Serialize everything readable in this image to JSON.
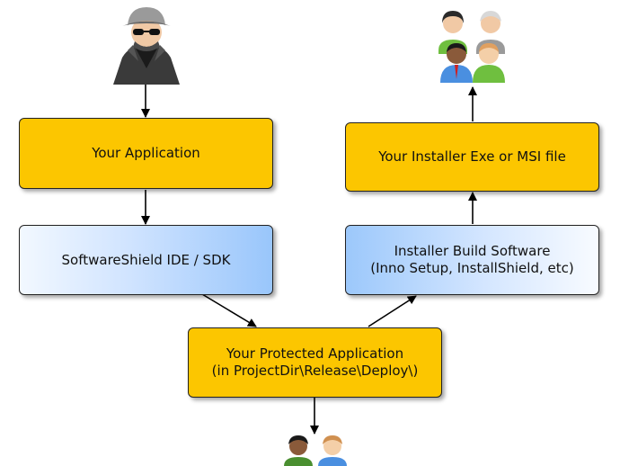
{
  "boxes": {
    "your_application": "Your Application",
    "softwareshield": "SoftwareShield IDE / SDK",
    "protected_line1": "Your Protected Application",
    "protected_line2": "(in ProjectDir\\Release\\Deploy\\)",
    "installer_build_line1": "Installer Build Software",
    "installer_build_line2": "(Inno Setup, InstallShield, etc)",
    "installer_exe": "Your Installer Exe or MSI file"
  },
  "icons": {
    "top_left": "hacker-icon",
    "top_right": "user-group-icon",
    "bottom": "users-icon"
  },
  "colors": {
    "gold": "#fcc600",
    "blue": "#99c6fb"
  }
}
